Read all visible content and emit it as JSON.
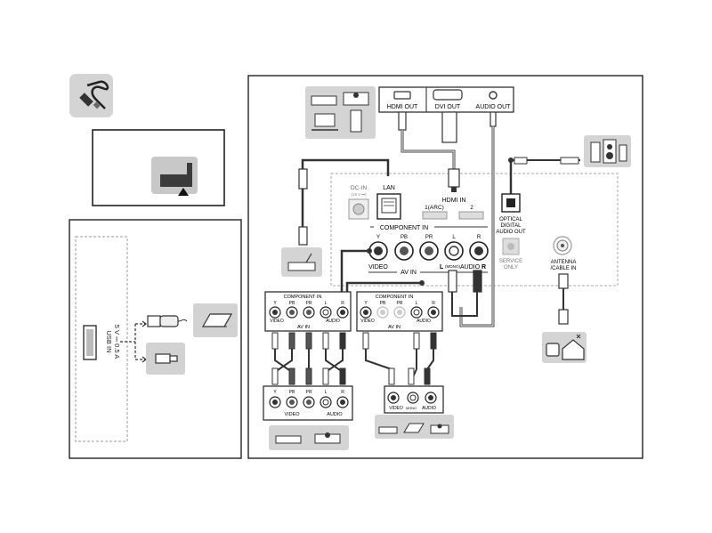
{
  "usb_panel": {
    "label_line1": "USB IN",
    "label_line2": "5 V ⎓ 0.5 A"
  },
  "tv_panel": {
    "dc_in_label": "DC-IN",
    "dc_in_sub": "(19 V ⎓)",
    "lan_label": "LAN",
    "hdmi_in_label": "HDMI IN",
    "hdmi_in_port1": "1(ARC)",
    "hdmi_in_port2": "2",
    "component_in_label": "COMPONENT IN",
    "jack_labels": [
      "Y",
      "PB",
      "PR",
      "L",
      "R"
    ],
    "video_label": "VIDEO",
    "av_in_label": "AV IN",
    "audio_label_prefix": "L",
    "mono_label": "(MONO)",
    "audio_label": "AUDIO",
    "audio_label_suffix": "R",
    "optical_label": [
      "OPTICAL",
      "DIGITAL",
      "AUDIO OUT"
    ],
    "service_label": [
      "SERVICE",
      "ONLY"
    ],
    "antenna_label": [
      "ANTENNA",
      "/CABLE IN"
    ]
  },
  "source_device": {
    "hdmi_out_label": "HDMI OUT",
    "dvi_out_label": "DVI OUT",
    "audio_out_label": "AUDIO OUT"
  },
  "left_adapter": {
    "component_in_label": "COMPONENT IN",
    "jack_labels": [
      "Y",
      "PB",
      "PR",
      "L",
      "R"
    ],
    "video_label": "VIDEO",
    "av_in_label": "AV IN",
    "audio_label": "AUDIO",
    "device_jack_labels": [
      "Y",
      "PB",
      "PR",
      "L",
      "R"
    ],
    "device_video_label": "VIDEO",
    "device_audio_label": "AUDIO"
  },
  "right_adapter": {
    "component_in_label": "COMPONENT IN",
    "jack_labels": [
      "Y",
      "PB",
      "PR",
      "L",
      "R"
    ],
    "video_label": "VIDEO",
    "av_in_label": "AV IN",
    "audio_label": "AUDIO",
    "device_video_label": "VIDEO",
    "device_mono_label": "MONO",
    "device_audio_label": "AUDIO"
  },
  "icons": [
    "cable-icon",
    "usb-port-icon",
    "usb-flash-drive-icon",
    "usb-device-icon",
    "hard-drive-icon",
    "router-icon",
    "speaker-icon",
    "house-antenna-icon",
    "pc-icon",
    "dvd-player-icon",
    "camcorder-icon"
  ]
}
